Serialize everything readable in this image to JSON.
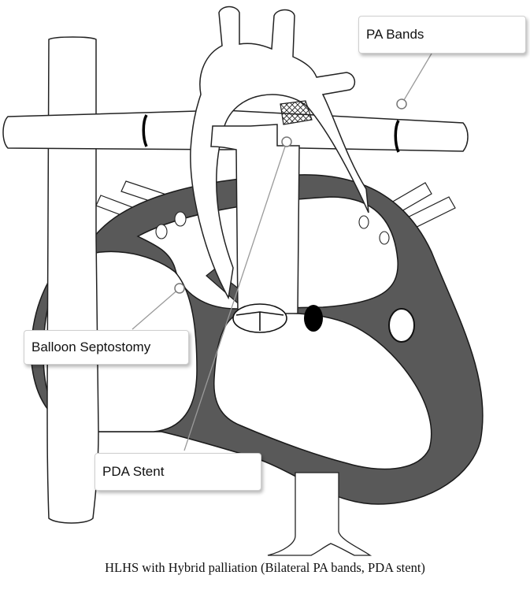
{
  "labels": {
    "pa_bands": "PA Bands",
    "balloon_septostomy": "Balloon Septostomy",
    "pda_stent": "PDA Stent"
  },
  "caption": "HLHS with Hybrid palliation (Bilateral PA bands, PDA stent)",
  "colors": {
    "heart_fill": "#595959",
    "outline": "#1a1a1a",
    "vessel_fill": "#ffffff",
    "band": "#000000"
  }
}
